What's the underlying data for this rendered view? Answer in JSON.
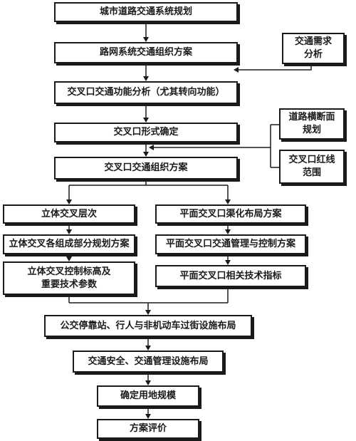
{
  "flowchart": {
    "nodes": {
      "n1": "城市道路交通系统规划",
      "n2": "路网系统交通组织方案",
      "n3": "交叉口交通功能分析（尤其转向功能）",
      "n4": "交叉口形式确定",
      "n5": "交叉口交通组织方案",
      "side1": [
        "交通需求",
        "分析"
      ],
      "side2": [
        "道路横断面",
        "规划"
      ],
      "side3": [
        "交叉口红线",
        "范围"
      ],
      "l1": "立体交叉层次",
      "l2": "立体交叉各组成部分规划方案",
      "l3": [
        "立体交叉控制标高及",
        "重要技术参数"
      ],
      "r1": "平面交叉口渠化布局方案",
      "r2": "平面交叉口交通管理与控制方案",
      "r3": "平面交叉口相关技术指标",
      "m1": "公交停靠站、行人与非机动车过街设施布局",
      "m2": "交通安全、交通管理设施布局",
      "m3": "确定用地规模",
      "m4": "方案评价"
    }
  }
}
